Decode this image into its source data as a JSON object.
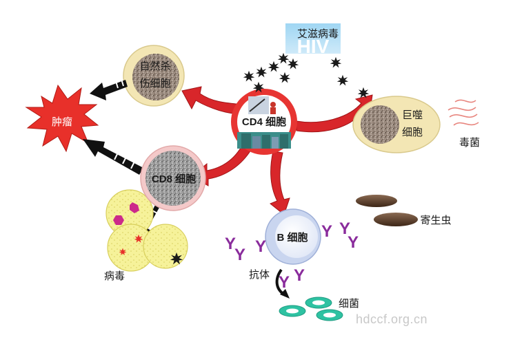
{
  "diagram": {
    "hiv": {
      "label": "艾滋病毒",
      "badge": "HIV"
    },
    "nk_cell": {
      "line1": "自然杀",
      "line2": "伤细胞"
    },
    "tumor": {
      "label": "肿瘤"
    },
    "cd4_cell": {
      "label": "CD4 细胞"
    },
    "macrophage": {
      "line1": "巨噬",
      "line2": "细胞"
    },
    "toxic_bacteria": {
      "label": "毒菌"
    },
    "cd8_cell": {
      "label": "CD8 细胞"
    },
    "virus": {
      "label": "病毒"
    },
    "b_cell": {
      "label": "B 细胞"
    },
    "parasite": {
      "label": "寄生虫"
    },
    "antibody": {
      "label": "抗体",
      "glyph": "Y"
    },
    "bacteria": {
      "label": "细菌"
    }
  },
  "watermark": "hdccf.org.cn",
  "colors": {
    "arrow_red": "#d8262a",
    "tumor_red": "#e8302a",
    "nk_fill": "#f3e6b4",
    "cd8_ring": "#f4c9c9",
    "b_ring": "#c9d5ef",
    "antibody_purple": "#8a2c9c",
    "bacteria_green": "#2ec2a2",
    "parasite_brown": "#5a3a28"
  }
}
